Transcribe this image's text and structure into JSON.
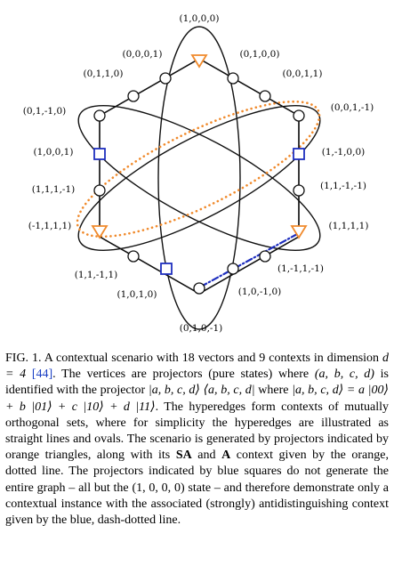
{
  "figure": {
    "labels": {
      "top": "(1,0,0,0)",
      "upper_left_inner": "(0,0,0,1)",
      "upper_right_inner": "(0,1,0,0)",
      "upper_left_outer": "(0,1,1,0)",
      "upper_right_outer": "(0,0,1,1)",
      "left_1": "(0,1,-1,0)",
      "right_1": "(0,0,1,-1)",
      "left_2": "(1,0,0,1)",
      "right_2": "(1,-1,0,0)",
      "left_3": "(1,1,1,-1)",
      "right_3": "(1,1,-1,-1)",
      "left_4": "(-1,1,1,1)",
      "right_4": "(1,1,1,1)",
      "lower_left_outer": "(1,1,-1,1)",
      "lower_right_outer": "(1,-1,1,-1)",
      "lower_left_inner": "(1,0,1,0)",
      "lower_right_inner": "(1,0,-1,0)",
      "bottom": "(0,1,0,-1)"
    },
    "colors": {
      "orange": "#f08a2c",
      "blue": "#1f2fbf",
      "line": "#111111"
    }
  },
  "caption": {
    "fig": "FIG. 1.",
    "p1": "A contextual scenario with 18 vectors and 9 contexts in dimension ",
    "d_eq": "d = 4",
    "cite": "[44]",
    "p2": ". The vertices are projectors (pure states) where ",
    "abcd": "(a, b, c, d)",
    "p3": " is identified with the projector ",
    "proj": "|a, b, c, d⟩ ⟨a, b, c, d|",
    "p4": " where ",
    "ket": "|a, b, c, d⟩ = a |00⟩ + b |01⟩ + c |10⟩ + d |11⟩",
    "p5": ". The hyperedges form contexts of mutually orthogonal sets, where for simplicity the hyperedges are illustrated as straight lines and ovals. The scenario is generated by projectors indicated by orange triangles, along with its ",
    "sa": "SA",
    "p6": " and ",
    "a": "A",
    "p7": " context given by the orange, dotted line. The projectors indicated by blue squares do not generate the entire graph – all but the ",
    "state": "(1, 0, 0, 0)",
    "p8": " state – and therefore demonstrate only a contextual instance with the associated (strongly) antidistinguishing context given by the blue, dash-dotted line."
  }
}
